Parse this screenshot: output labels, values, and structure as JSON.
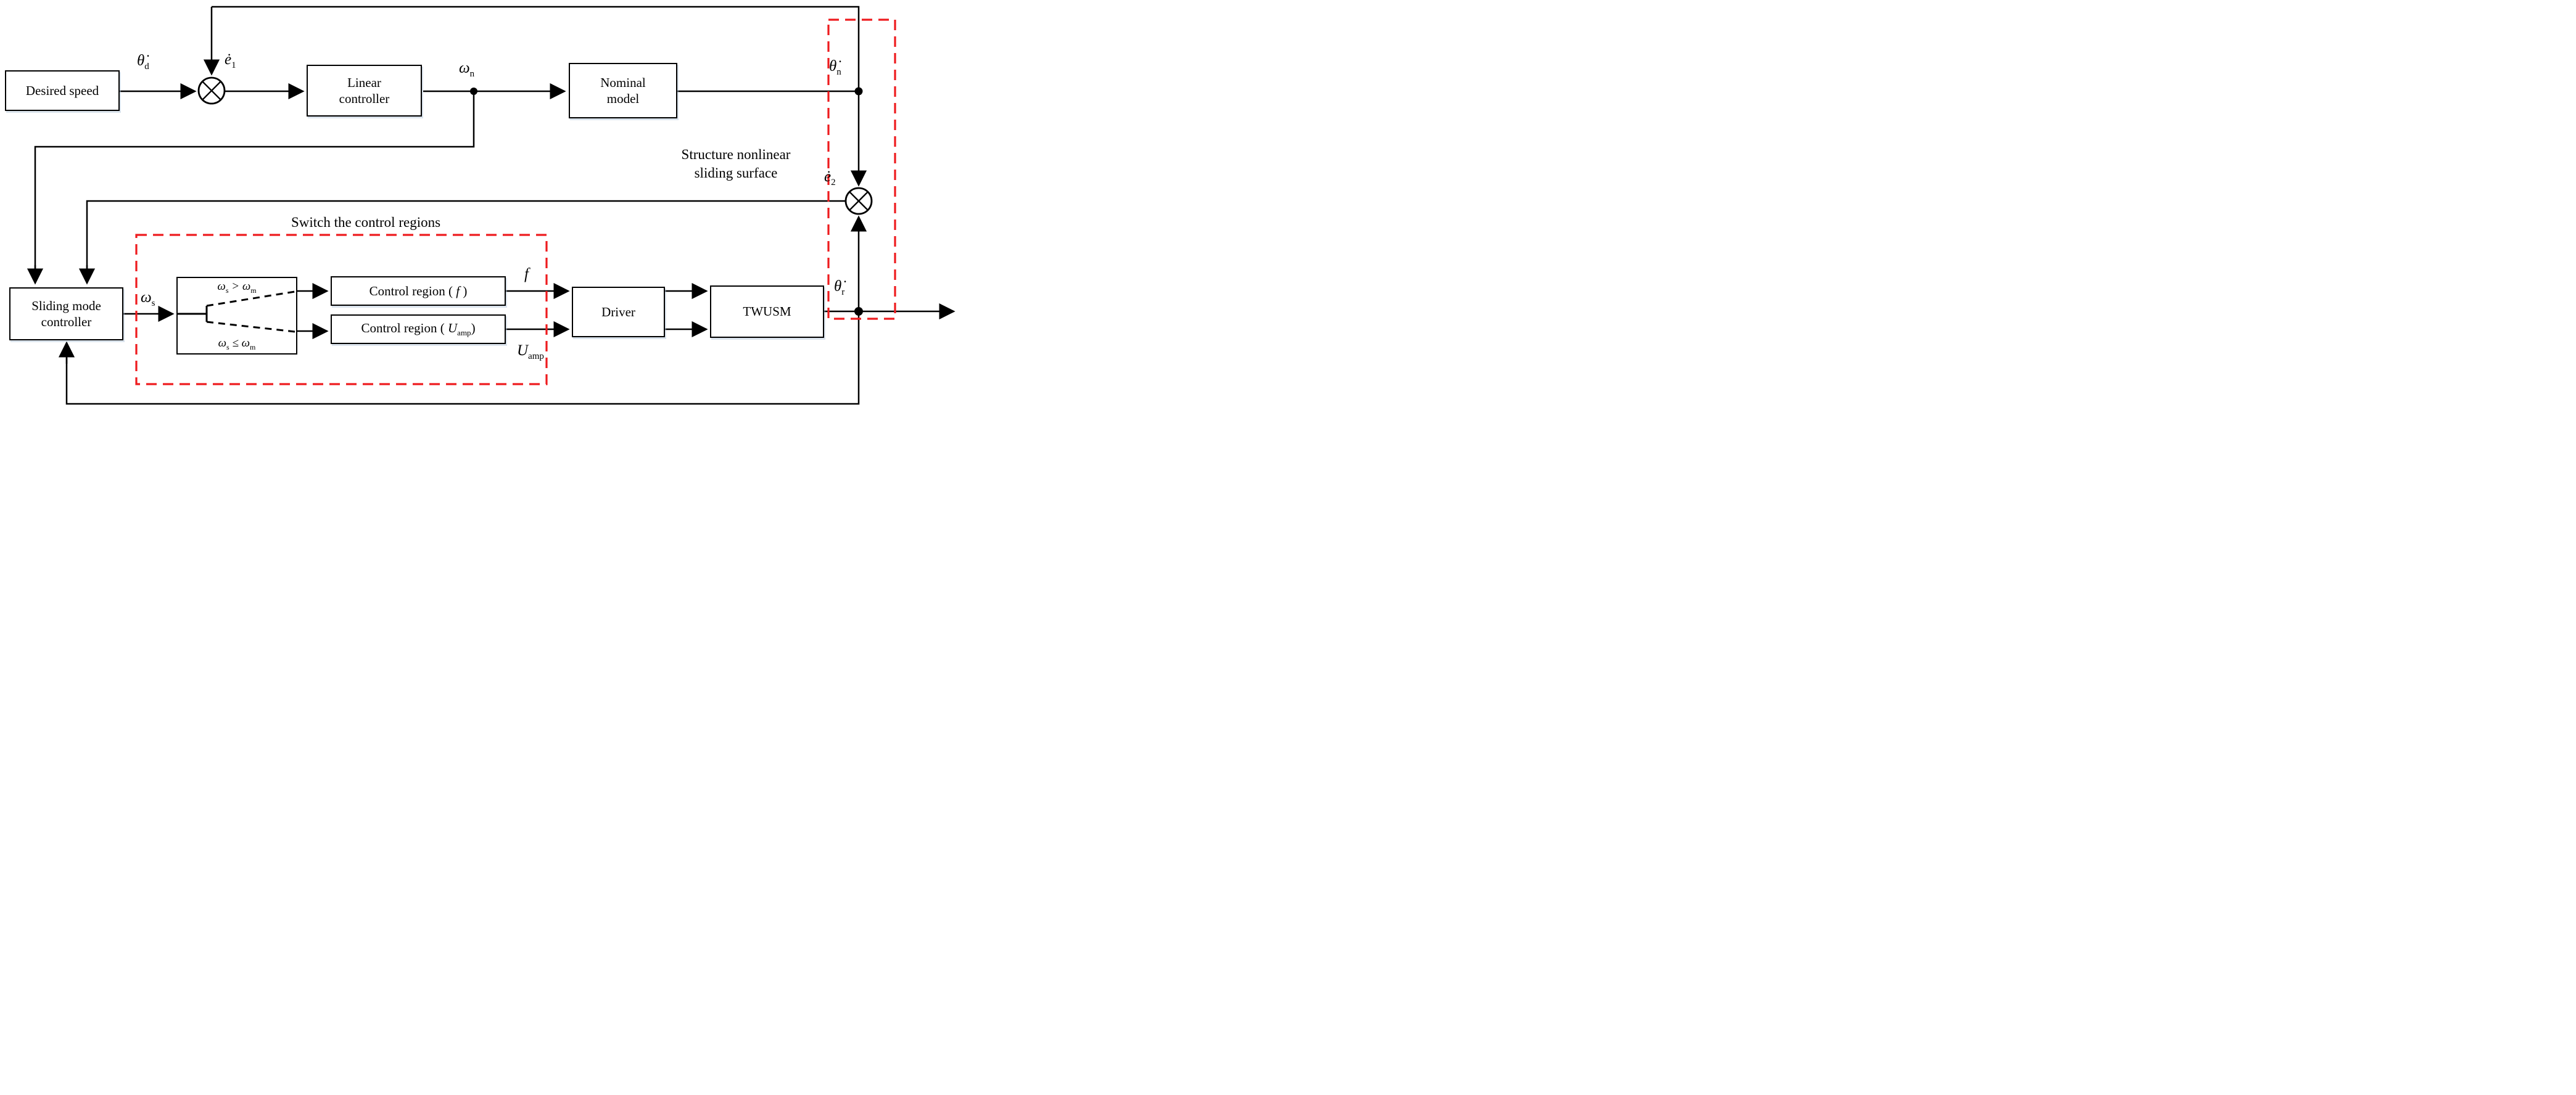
{
  "diagram": {
    "boxes": {
      "desired_speed": {
        "label": "Desired speed"
      },
      "linear_controller": {
        "line1": "Linear",
        "line2": "controller"
      },
      "nominal_model": {
        "line1": "Nominal",
        "line2": "model"
      },
      "sliding_mode_controller": {
        "line1": "Sliding mode",
        "line2": "controller"
      },
      "control_region_f": {
        "prefix": "Control region (",
        "var": "f",
        "suffix": ")"
      },
      "control_region_uamp": {
        "prefix": "Control region (",
        "var": "U",
        "var_sub": "amp",
        "suffix": ")"
      },
      "driver": {
        "label": "Driver"
      },
      "twusm": {
        "label": "TWUSM"
      }
    },
    "annotations": {
      "switch_regions": "Switch the control regions",
      "sliding_surface_line1": "Structure nonlinear",
      "sliding_surface_line2": "sliding surface"
    },
    "signals": {
      "theta_dot_d": {
        "base": "θ̇",
        "sub": "d"
      },
      "e_dot_1": {
        "base": "ė",
        "sub": "1"
      },
      "omega_n": {
        "base": "ω",
        "sub": "n"
      },
      "theta_dot_n": {
        "base": "θ̇",
        "sub": "n"
      },
      "e_dot_2": {
        "base": "ė",
        "sub": "2"
      },
      "omega_s": {
        "base": "ω",
        "sub": "s"
      },
      "f_out": {
        "base": "f",
        "sub": ""
      },
      "u_amp_out": {
        "base": "U",
        "sub": "amp"
      },
      "theta_dot_r": {
        "base": "θ̇",
        "sub": "r"
      }
    },
    "conditions": {
      "upper": {
        "lhs_base": "ω",
        "lhs_sub": "s",
        "op": " > ",
        "rhs_base": "ω",
        "rhs_sub": "m"
      },
      "lower": {
        "lhs_base": "ω",
        "lhs_sub": "s",
        "op": " ≤ ",
        "rhs_base": "ω",
        "rhs_sub": "m"
      }
    },
    "colors": {
      "line": "#000000",
      "dashed_region": "#ee1b1e",
      "box_fill": "#ffffff"
    }
  }
}
